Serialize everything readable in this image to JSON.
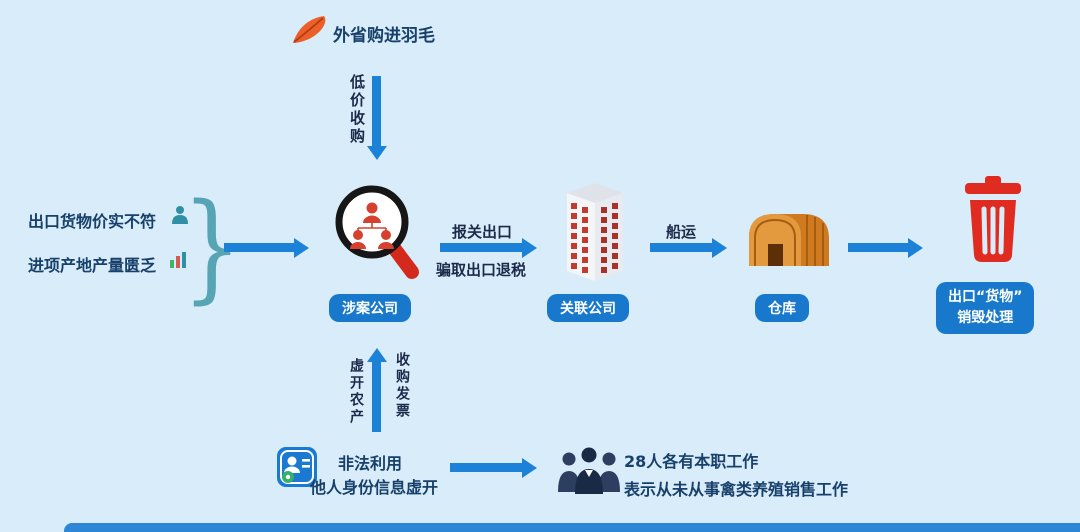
{
  "colors": {
    "background": "#d9ecf9",
    "accent_blue": "#1b82d8",
    "badge_blue": "#1878cb",
    "text_dark": "#17406b",
    "label_dark": "#1c2b4a",
    "trash_red": "#e02b20",
    "warehouse_orange": "#cf7a1e",
    "feather_orange": "#ec5f28",
    "brace_teal": "#56a4b4",
    "bottom_bar_blue": "#2e86d6"
  },
  "icons": {
    "feather": "feather-icon",
    "magnifier_company": "magnifier-company-icon",
    "inspect_person": "inspect-person-icon",
    "produce_stats": "produce-stats-icon",
    "building": "building-icon",
    "warehouse": "warehouse-icon",
    "trash": "trash-icon",
    "id_card": "id-card-icon",
    "people_group": "people-group-icon"
  },
  "top_flow": {
    "feather_label": "外省购进羽毛",
    "down_arrow_label": "低价收购"
  },
  "left_findings": {
    "finding1": "出口货物价实不符",
    "finding2": "进项产地产量匮乏",
    "brace": "}"
  },
  "main_flow": {
    "company_badge": "涉案公司",
    "declare_label": "报关出口",
    "defraud_label": "骗取出口退税",
    "affiliate_badge": "关联公司",
    "shipping_label": "船运",
    "warehouse_badge": "仓库",
    "destroy_badge_line1": "出口“货物”",
    "destroy_badge_line2": "销毁处理"
  },
  "invoice_flow": {
    "left_vertical": "虚开农产",
    "right_vertical": "收购发票"
  },
  "bottom_flow": {
    "idcard_line1": "非法利用",
    "idcard_line2": "他人身份信息虚开",
    "people_line1": "28人各有本职工作",
    "people_line2": "表示从未从事禽类养殖销售工作"
  }
}
